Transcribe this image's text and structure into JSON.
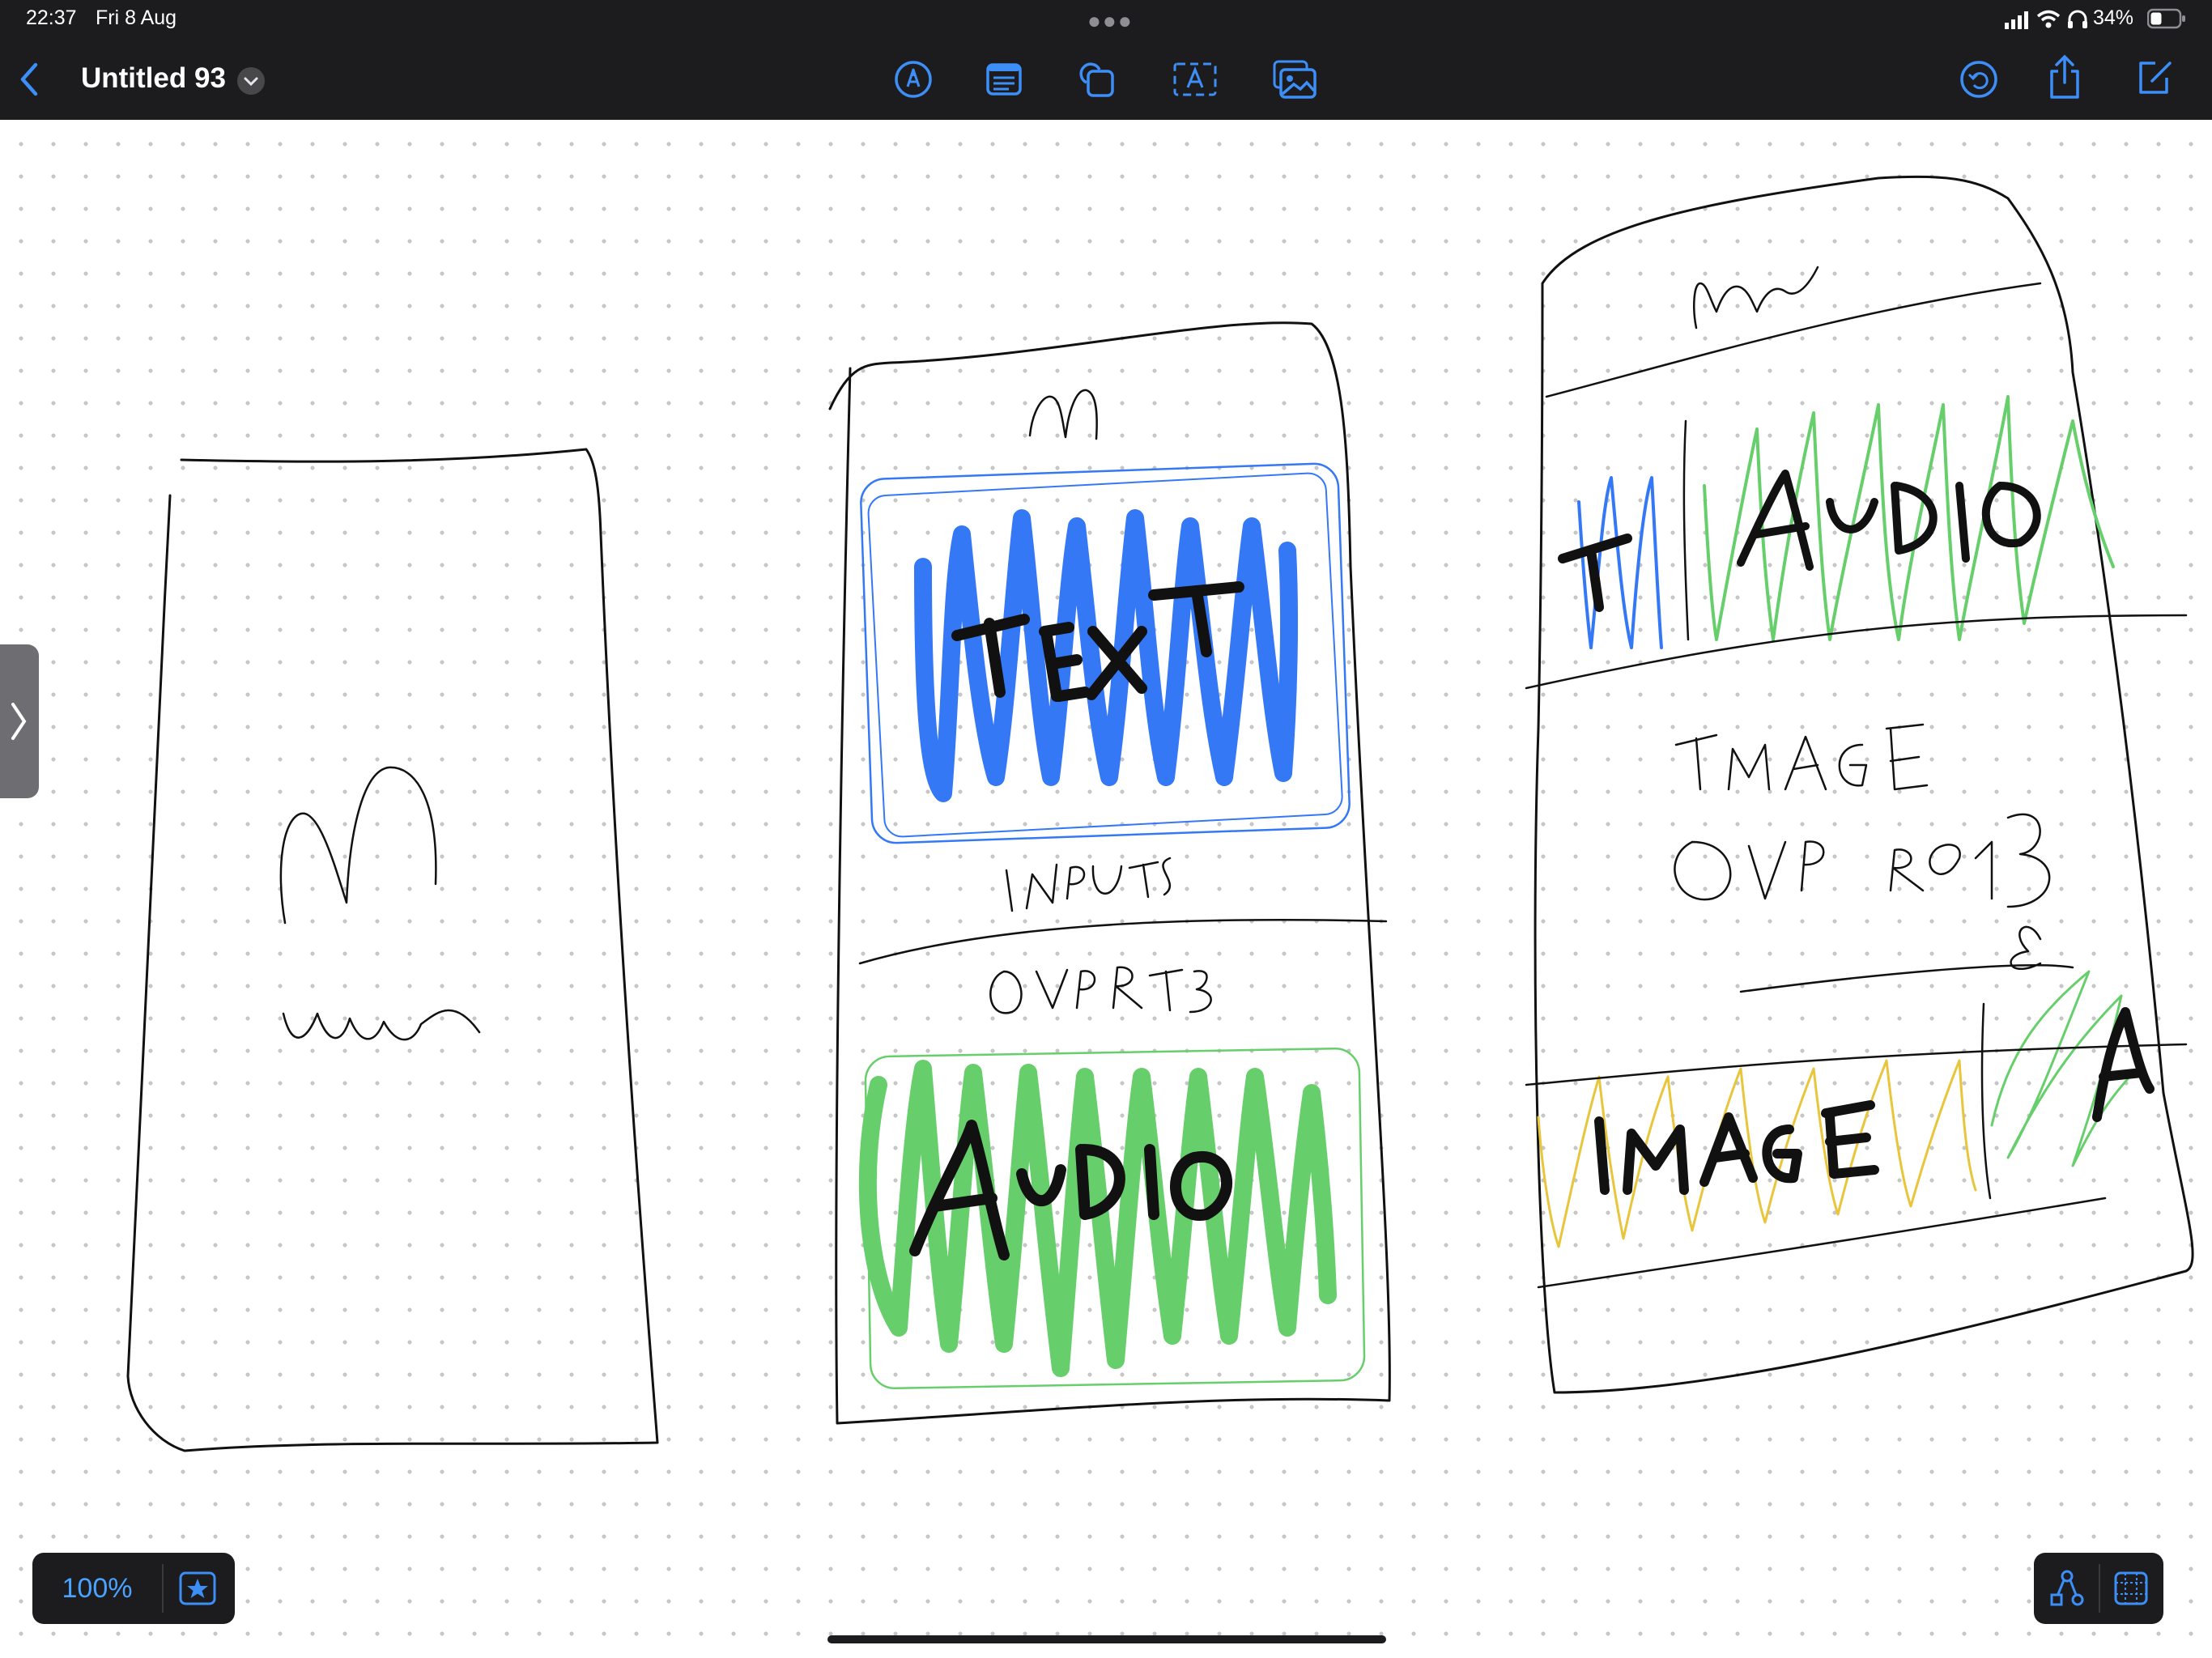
{
  "status_bar": {
    "time": "22:37",
    "date": "Fri 8 Aug",
    "battery": "34%",
    "icons": [
      "signal-icon",
      "wifi-icon",
      "headphones-icon",
      "battery-icon"
    ]
  },
  "toolbar": {
    "title": "Untitled 93",
    "tools": [
      "pen-tool-icon",
      "sticky-note-icon",
      "shape-icon",
      "text-box-icon",
      "image-insert-icon"
    ],
    "right_actions": [
      "undo-icon",
      "share-icon",
      "new-board-icon"
    ],
    "accent_color": "#3d8ef7"
  },
  "canvas": {
    "grid": "dots",
    "sketches": [
      {
        "name": "phone-sketch-1",
        "scribbles": [
          "m",
          "wavy-line"
        ]
      },
      {
        "name": "phone-sketch-2",
        "labels": [
          "TEXT",
          "INPUTS",
          "OUTPUTS",
          "AUDIO"
        ],
        "fill_colors": [
          "#3478f6",
          "#66cf6b"
        ]
      },
      {
        "name": "phone-sketch-3",
        "labels": [
          "m",
          "T",
          "AUDIO",
          "IMAGE",
          "OUTPUTS",
          "&",
          "IMAGE",
          "A"
        ],
        "fill_colors": [
          "#3478f6",
          "#66cf6b",
          "#e8c53a"
        ]
      }
    ]
  },
  "bottom_left": {
    "zoom": "100%"
  },
  "bottom_right": {
    "icons": [
      "connector-icon",
      "grid-icon"
    ]
  }
}
